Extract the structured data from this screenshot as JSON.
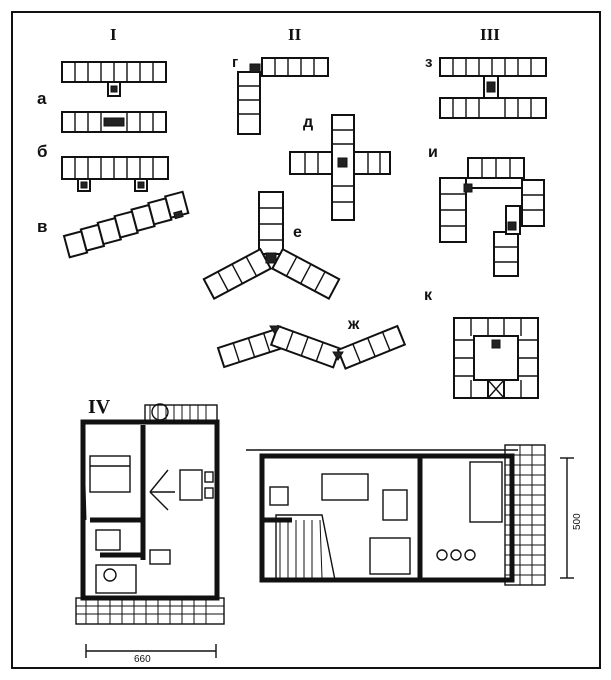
{
  "groups": {
    "g1": "I",
    "g2": "II",
    "g3": "III",
    "g4": "IV"
  },
  "labels": {
    "a": "а",
    "b": "б",
    "v": "в",
    "g": "г",
    "d": "д",
    "e": "е",
    "zh": "ж",
    "z": "з",
    "i": "и",
    "k": "к"
  },
  "dimensions": {
    "width": "660",
    "height": "500"
  }
}
